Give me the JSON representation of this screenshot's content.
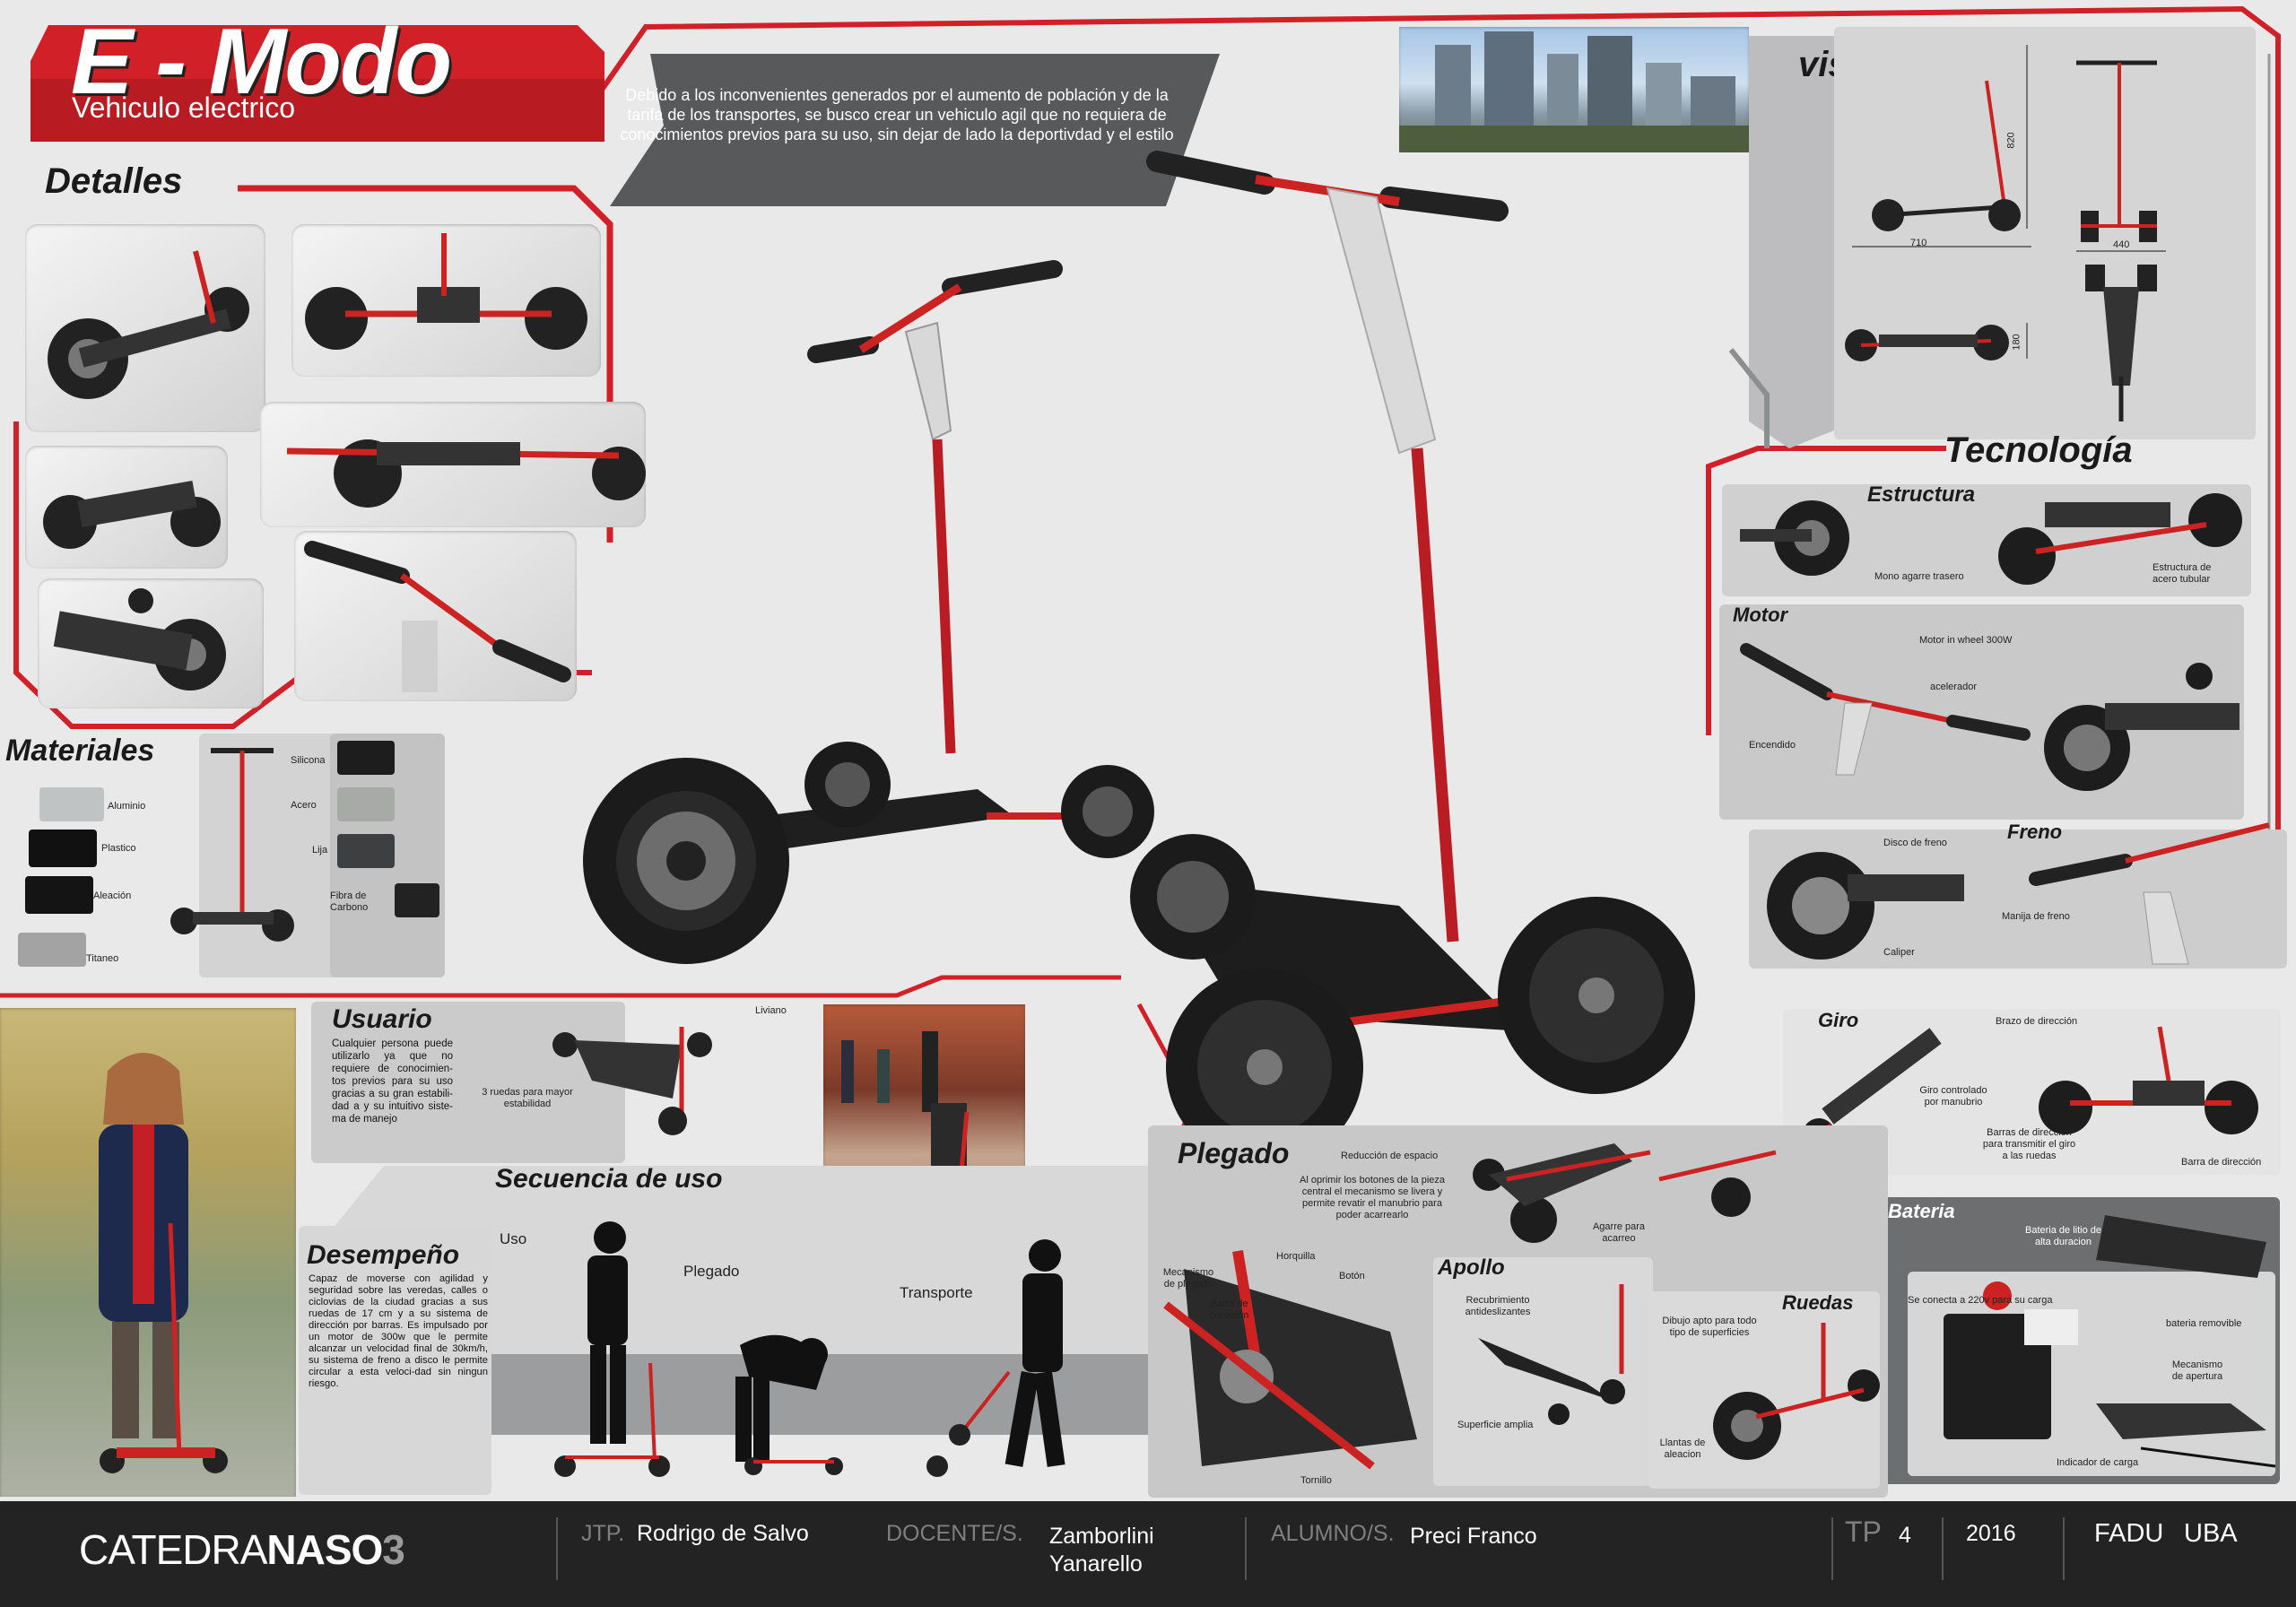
{
  "header": {
    "title": "E - Modo",
    "subtitle": "Vehiculo electrico",
    "intro": "Debido a los inconvenientes generados por el  aumento de población y de la tarifa de los transportes, se busco crear un vehiculo agil que no requiera de conocimientos previos para su uso, sin dejar de lado la deportivdad y el estilo"
  },
  "sections": {
    "detalles": "Detalles",
    "materiales": "Materiales",
    "vistas": "vistas",
    "tecnologia": "Tecnología",
    "estructura": "Estructura",
    "motor": "Motor",
    "freno": "Freno",
    "giro": "Giro",
    "bateria": "Bateria",
    "usuario": "Usuario",
    "desempeno": "Desempeño",
    "secuencia": "Secuencia de uso",
    "plegado": "Plegado",
    "apollo": "Apollo",
    "ruedas": "Ruedas"
  },
  "materiales": {
    "silicona": "Silicona",
    "aluminio": "Aluminio",
    "acero": "Acero",
    "plastico": "Plastico",
    "lija": "Lija",
    "aleacion": "Aleación",
    "fibra": "Fibra de Carbono",
    "titaneo": "Titaneo"
  },
  "vistas": {
    "dim_820": "820",
    "dim_710": "710",
    "dim_440": "440",
    "dim_180": "180"
  },
  "estructura": {
    "mono": "Mono agarre trasero",
    "tubular": "Estructura de acero tubular"
  },
  "motor": {
    "inwheel": "Motor in wheel 300W",
    "acelerador": "acelerador",
    "encendido": "Encendido"
  },
  "freno": {
    "disco": "Disco de freno",
    "caliper": "Caliper",
    "manija": "Manija de freno"
  },
  "giro": {
    "brazo": "Brazo de dirección",
    "controlado": "Giro controlado por manubrio",
    "barras": "Barras de direccion para transmitir el giro a las ruedas",
    "barra": "Barra de dirección"
  },
  "bateria": {
    "litio": "Bateria de litio de alta duracion",
    "conecta": "Se conecta a 220v para su carga",
    "removible": "bateria removible",
    "mecanismo": "Mecanismo de apertura",
    "indicador": "Indicador de carga"
  },
  "usuario": {
    "text": "Cualquier persona puede utilizarlo ya que no requiere de conocimien-tos previos para su uso gracias a su gran estabili-dad a y su intuitivo siste-ma de manejo",
    "liviano": "Liviano",
    "ruedas": "3 ruedas para mayor estabilidad"
  },
  "desempeno": {
    "text": "Capaz de moverse con agilidad y seguridad sobre las veredas, calles o ciclovias de la ciudad gracias a sus ruedas de 17 cm y a su sistema de dirección por barras. Es impulsado por un motor de 300w que le permite alcanzar un velocidad final de 30km/h, su sistema de freno a disco le permite circular a esta veloci-dad sin ningun riesgo."
  },
  "secuencia": {
    "uso": "Uso",
    "plegado": "Plegado",
    "transporte": "Transporte"
  },
  "plegado": {
    "reduccion": "Reducción de espacio",
    "oprimir": "Al oprimir los botones de la pieza central el mecanismo se livera y permite revatir el manubrio para poder acarrearlo",
    "agarre": "Agarre para acarreo",
    "mecanismo": "Mecanismo de plegado",
    "horquilla": "Horquilla",
    "boton": "Botón",
    "barra": "Barra de conexión",
    "tornillo": "Tornillo"
  },
  "apollo": {
    "recubrimiento": "Recubrimiento antideslizantes",
    "superficie": "Superficie amplia"
  },
  "ruedas": {
    "dibujo": "Dibujo apto para todo tipo de superficies",
    "llantas": "Llantas de aleacion"
  },
  "footer": {
    "catedra_a": "CATEDRA",
    "catedra_b": "NASO",
    "catedra_c": "3",
    "jtp_label": "JTP.",
    "jtp": "Rodrigo de Salvo",
    "docentes_label": "DOCENTE/S.",
    "docente1": "Zamborlini",
    "docente2": "Yanarello",
    "alumnos_label": "ALUMNO/S.",
    "alumno": "Preci Franco",
    "tp_label": "TP",
    "tp": "4",
    "year": "2016",
    "fadu": "FADU",
    "uba": "UBA"
  },
  "colors": {
    "accent": "#d12027",
    "dark": "#58595b",
    "footer": "#232323"
  }
}
